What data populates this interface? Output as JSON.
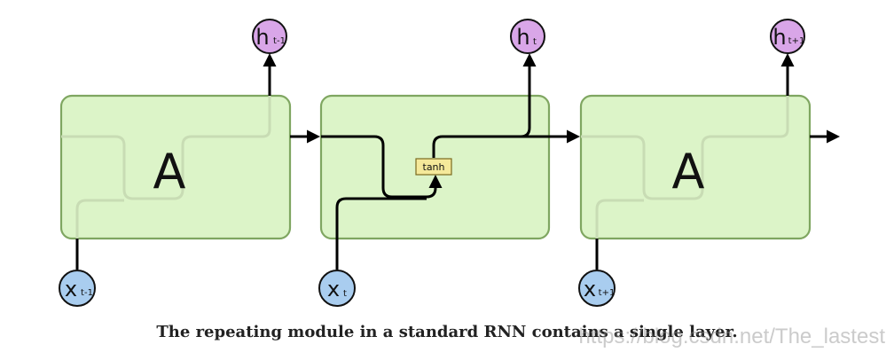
{
  "cells": [
    {
      "letter": "A",
      "h_main": "h",
      "h_sub": "t-1",
      "x_main": "x",
      "x_sub": "t-1"
    },
    {
      "letter": "",
      "h_main": "h",
      "h_sub": "t",
      "x_main": "x",
      "x_sub": "t",
      "activation": "tanh"
    },
    {
      "letter": "A",
      "h_main": "h",
      "h_sub": "t+1",
      "x_main": "x",
      "x_sub": "t+1"
    }
  ],
  "caption": "The repeating module in a standard RNN contains a single layer.",
  "watermark": "https://blog.csdn.net/The_lastest",
  "colors": {
    "cell_fill": "#dcf4c8",
    "cell_stroke": "#7fa661",
    "h_node": "#d9a6e8",
    "x_node": "#a9cdef",
    "tanh_box": "#f5e99a"
  }
}
